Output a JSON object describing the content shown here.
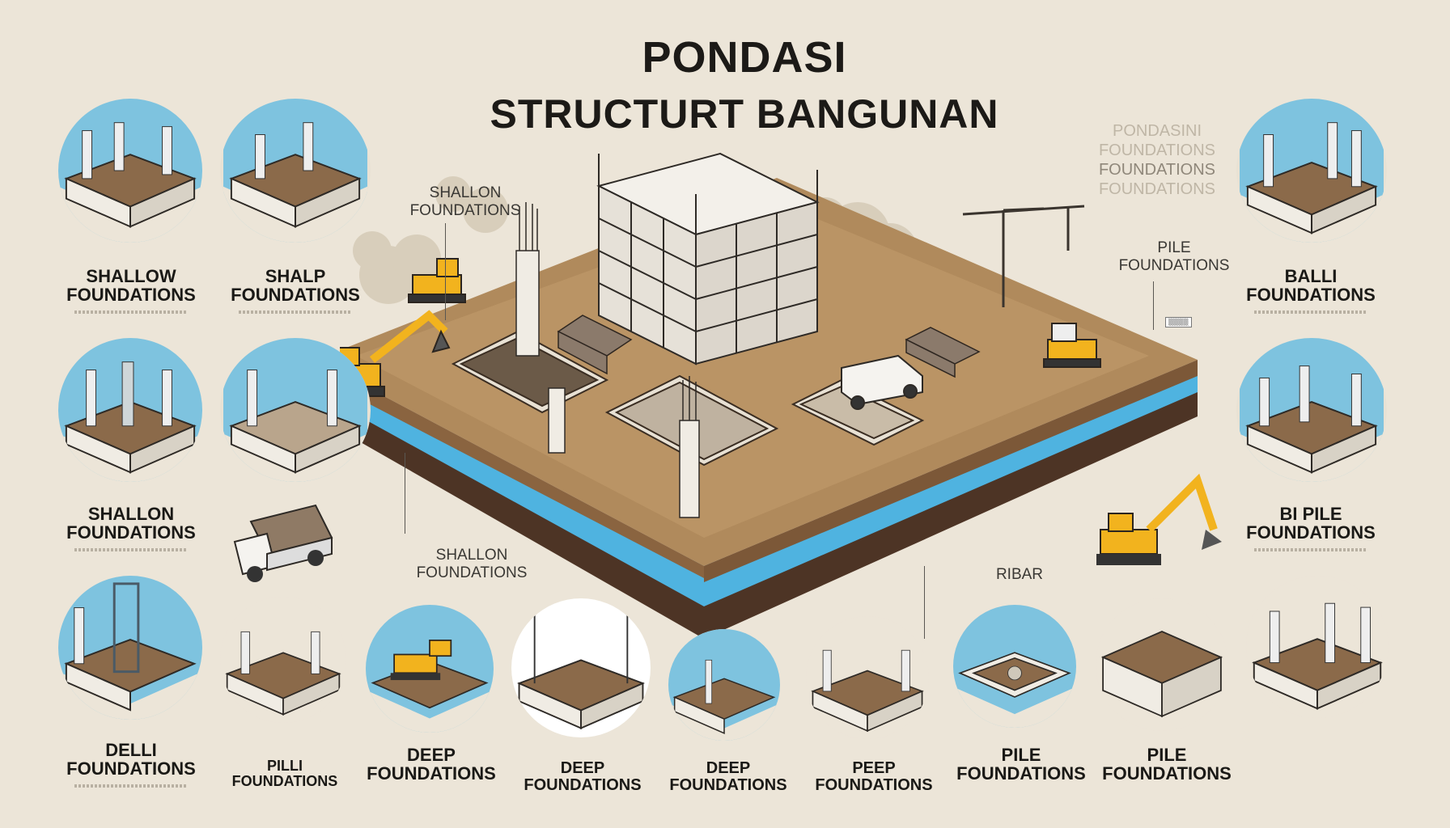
{
  "title": {
    "line1": "PONDASI",
    "line2": "STRUCTURT BANGUNAN"
  },
  "background_notes": {
    "top_right": [
      "PONDASINI",
      "FOUNDATIONS",
      "FOUNDATIONS",
      "FOUNDATIONS"
    ]
  },
  "callouts": {
    "shallow_top": [
      "SHALLON",
      "FOUNDATIONS"
    ],
    "pile_top": [
      "PILE",
      "FOUNDATIONS"
    ],
    "shallow_bottom": [
      "SHALLON",
      "FOUNDATIONS"
    ],
    "ribar": "RIBAR"
  },
  "left_column": [
    {
      "line1": "SHALLOW",
      "line2": "FOUNDATIONS"
    },
    {
      "line1": "SHALLON",
      "line2": "FOUNDATIONS"
    },
    {
      "line1": "DELLI",
      "line2": "FOUNDATIONS"
    }
  ],
  "second_column_top": {
    "line1": "SHALP",
    "line2": "FOUNDATIONS"
  },
  "right_column": [
    {
      "line1": "BALLI",
      "line2": "FOUNDATIONS"
    },
    {
      "line1": "BI PILE",
      "line2": "FOUNDATIONS"
    }
  ],
  "bottom_row": [
    {
      "line1": "PILLI",
      "line2": "FOUNDATIONS"
    },
    {
      "line1": "DEEP",
      "line2": "FOUNDATIONS"
    },
    {
      "line1": "DEEP",
      "line2": "FOUNDATIONS"
    },
    {
      "line1": "DEEP",
      "line2": "FOUNDATIONS"
    },
    {
      "line1": "PEEP",
      "line2": "FOUNDATIONS"
    },
    {
      "line1": "PILE",
      "line2": "FOUNDATIONS"
    },
    {
      "line1": "PILE",
      "line2": "FOUNDATIONS"
    }
  ],
  "colors": {
    "background": "#ece5d8",
    "water": "#4fb3e0",
    "soil": "#b08a5c",
    "dark_soil": "#5a3e2b",
    "concrete": "#f0ece4",
    "excavator": "#f2b31e",
    "sky_circle": "#7ec3df"
  },
  "icons": [
    "excavator-icon",
    "dump-truck-icon",
    "crane-icon",
    "van-icon",
    "column-icon",
    "rebar-mesh-icon"
  ]
}
